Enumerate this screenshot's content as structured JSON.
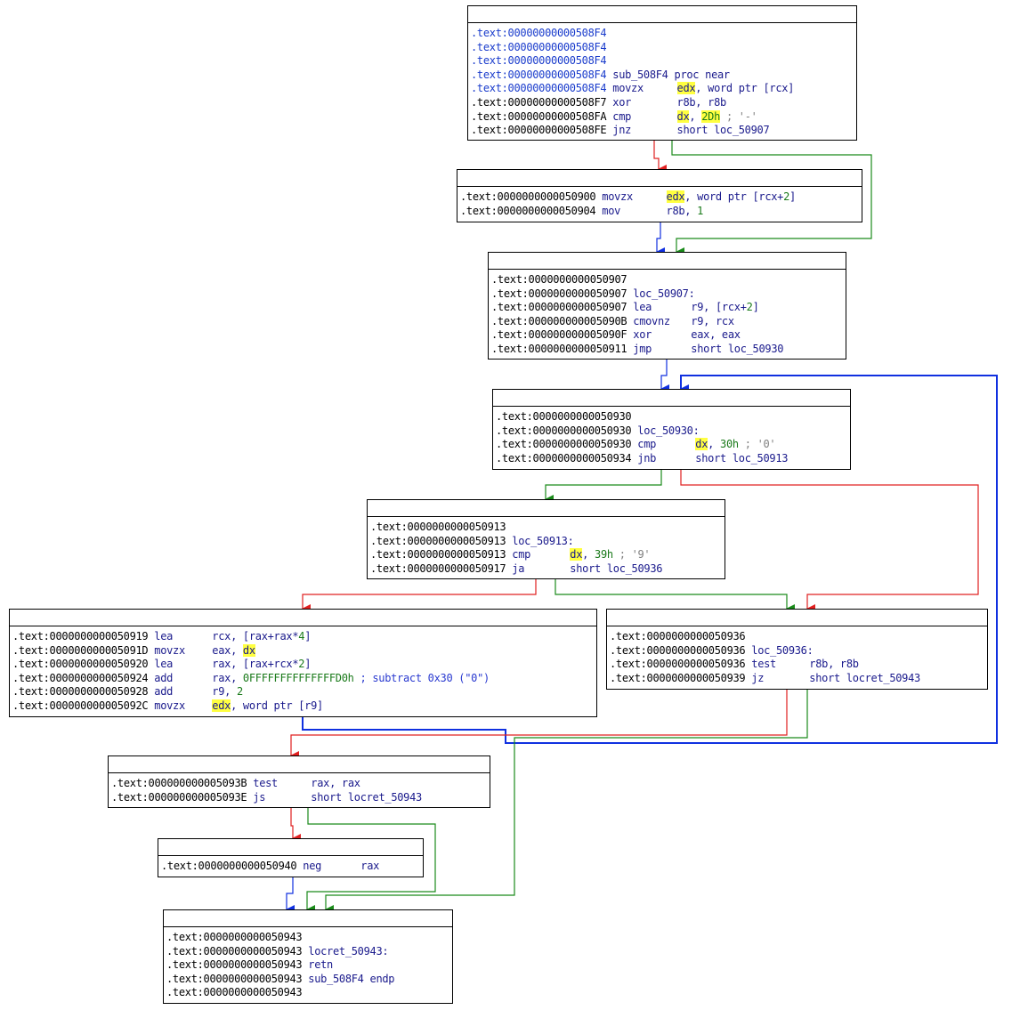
{
  "colors": {
    "true_branch": "#1a8a1a",
    "false_branch": "#e02020",
    "unconditional": "#1030e0",
    "highlight": "#ffff40"
  },
  "nodes": [
    {
      "id": "n1",
      "lines": [
        {
          "addr": ".text:00000000000508F4",
          "blue": true
        },
        {
          "addr": ".text:00000000000508F4",
          "blue": true
        },
        {
          "addr": ".text:00000000000508F4",
          "blue": true
        },
        {
          "addr": ".text:00000000000508F4",
          "blue": true,
          "label": "sub_508F4 proc near"
        },
        {
          "addr": ".text:00000000000508F4",
          "blue": true,
          "mn": "movzx",
          "ops": [
            {
              "t": "edx",
              "hl": true
            },
            {
              "t": ", word ptr [rcx]"
            }
          ]
        },
        {
          "addr": ".text:00000000000508F7",
          "mn": "xor",
          "ops": [
            {
              "t": "r8b, r8b"
            }
          ]
        },
        {
          "addr": ".text:00000000000508FA",
          "mn": "cmp",
          "ops": [
            {
              "t": "dx",
              "hl": true
            },
            {
              "t": ", "
            },
            {
              "t": "2Dh",
              "num": true,
              "hl": true
            },
            {
              "t": " ; '-'",
              "cmt": true
            }
          ]
        },
        {
          "addr": ".text:00000000000508FE",
          "mn": "jnz",
          "ops": [
            {
              "t": "short loc_50907"
            }
          ]
        }
      ]
    },
    {
      "id": "n2",
      "lines": [
        {
          "addr": ".text:0000000000050900",
          "mn": "movzx",
          "ops": [
            {
              "t": "edx",
              "hl": true
            },
            {
              "t": ", word ptr [rcx+"
            },
            {
              "t": "2",
              "num": true
            },
            {
              "t": "]"
            }
          ]
        },
        {
          "addr": ".text:0000000000050904",
          "mn": "mov",
          "ops": [
            {
              "t": "r8b, "
            },
            {
              "t": "1",
              "num": true
            }
          ]
        }
      ]
    },
    {
      "id": "n3",
      "lines": [
        {
          "addr": ".text:0000000000050907"
        },
        {
          "addr": ".text:0000000000050907",
          "label": "loc_50907:"
        },
        {
          "addr": ".text:0000000000050907",
          "mn": "lea",
          "ops": [
            {
              "t": "r9, [rcx+"
            },
            {
              "t": "2",
              "num": true
            },
            {
              "t": "]"
            }
          ]
        },
        {
          "addr": ".text:000000000005090B",
          "mn": "cmovnz",
          "ops": [
            {
              "t": "r9, rcx"
            }
          ]
        },
        {
          "addr": ".text:000000000005090F",
          "mn": "xor",
          "ops": [
            {
              "t": "eax, eax"
            }
          ]
        },
        {
          "addr": ".text:0000000000050911",
          "mn": "jmp",
          "ops": [
            {
              "t": "short loc_50930"
            }
          ]
        }
      ]
    },
    {
      "id": "n4",
      "lines": [
        {
          "addr": ".text:0000000000050930"
        },
        {
          "addr": ".text:0000000000050930",
          "label": "loc_50930:"
        },
        {
          "addr": ".text:0000000000050930",
          "mn": "cmp",
          "ops": [
            {
              "t": "dx",
              "hl": true
            },
            {
              "t": ", "
            },
            {
              "t": "30h",
              "num": true
            },
            {
              "t": " ; '0'",
              "cmt": true
            }
          ]
        },
        {
          "addr": ".text:0000000000050934",
          "mn": "jnb",
          "ops": [
            {
              "t": "short loc_50913"
            }
          ]
        }
      ]
    },
    {
      "id": "n5",
      "lines": [
        {
          "addr": ".text:0000000000050913"
        },
        {
          "addr": ".text:0000000000050913",
          "label": "loc_50913:"
        },
        {
          "addr": ".text:0000000000050913",
          "mn": "cmp",
          "ops": [
            {
              "t": "dx",
              "hl": true
            },
            {
              "t": ", "
            },
            {
              "t": "39h",
              "num": true
            },
            {
              "t": " ; '9'",
              "cmt": true
            }
          ]
        },
        {
          "addr": ".text:0000000000050917",
          "mn": "ja",
          "ops": [
            {
              "t": "short loc_50936"
            }
          ]
        }
      ]
    },
    {
      "id": "n6",
      "lines": [
        {
          "addr": ".text:0000000000050919",
          "mn": "lea",
          "ops": [
            {
              "t": "rcx, [rax+rax*"
            },
            {
              "t": "4",
              "num": true
            },
            {
              "t": "]"
            }
          ]
        },
        {
          "addr": ".text:000000000005091D",
          "mn": "movzx",
          "ops": [
            {
              "t": "eax, "
            },
            {
              "t": "dx",
              "hl": true
            }
          ]
        },
        {
          "addr": ".text:0000000000050920",
          "mn": "lea",
          "ops": [
            {
              "t": "rax, [rax+rcx*"
            },
            {
              "t": "2",
              "num": true
            },
            {
              "t": "]"
            }
          ]
        },
        {
          "addr": ".text:0000000000050924",
          "mn": "add",
          "ops": [
            {
              "t": "rax, "
            },
            {
              "t": "0FFFFFFFFFFFFFFD0h",
              "num": true
            },
            {
              "t": " ; subtract 0x30 (\"0\")",
              "cmtb": true
            }
          ]
        },
        {
          "addr": ".text:0000000000050928",
          "mn": "add",
          "ops": [
            {
              "t": "r9, "
            },
            {
              "t": "2",
              "num": true
            }
          ]
        },
        {
          "addr": ".text:000000000005092C",
          "mn": "movzx",
          "ops": [
            {
              "t": "edx",
              "hl": true
            },
            {
              "t": ", word ptr [r9]"
            }
          ]
        }
      ]
    },
    {
      "id": "n7",
      "lines": [
        {
          "addr": ".text:0000000000050936"
        },
        {
          "addr": ".text:0000000000050936",
          "label": "loc_50936:"
        },
        {
          "addr": ".text:0000000000050936",
          "mn": "test",
          "ops": [
            {
              "t": "r8b, r8b"
            }
          ]
        },
        {
          "addr": ".text:0000000000050939",
          "mn": "jz",
          "ops": [
            {
              "t": "short locret_50943"
            }
          ]
        }
      ]
    },
    {
      "id": "n8",
      "lines": [
        {
          "addr": ".text:000000000005093B",
          "mn": "test",
          "ops": [
            {
              "t": "rax, rax"
            }
          ]
        },
        {
          "addr": ".text:000000000005093E",
          "mn": "js",
          "ops": [
            {
              "t": "short locret_50943"
            }
          ]
        }
      ]
    },
    {
      "id": "n9",
      "lines": [
        {
          "addr": ".text:0000000000050940",
          "mn": "neg",
          "ops": [
            {
              "t": "rax"
            }
          ]
        }
      ]
    },
    {
      "id": "n10",
      "lines": [
        {
          "addr": ".text:0000000000050943"
        },
        {
          "addr": ".text:0000000000050943",
          "label": "locret_50943:"
        },
        {
          "addr": ".text:0000000000050943",
          "mn": "retn"
        },
        {
          "addr": ".text:0000000000050943",
          "label": "sub_508F4 endp"
        },
        {
          "addr": ".text:0000000000050943"
        }
      ]
    }
  ]
}
